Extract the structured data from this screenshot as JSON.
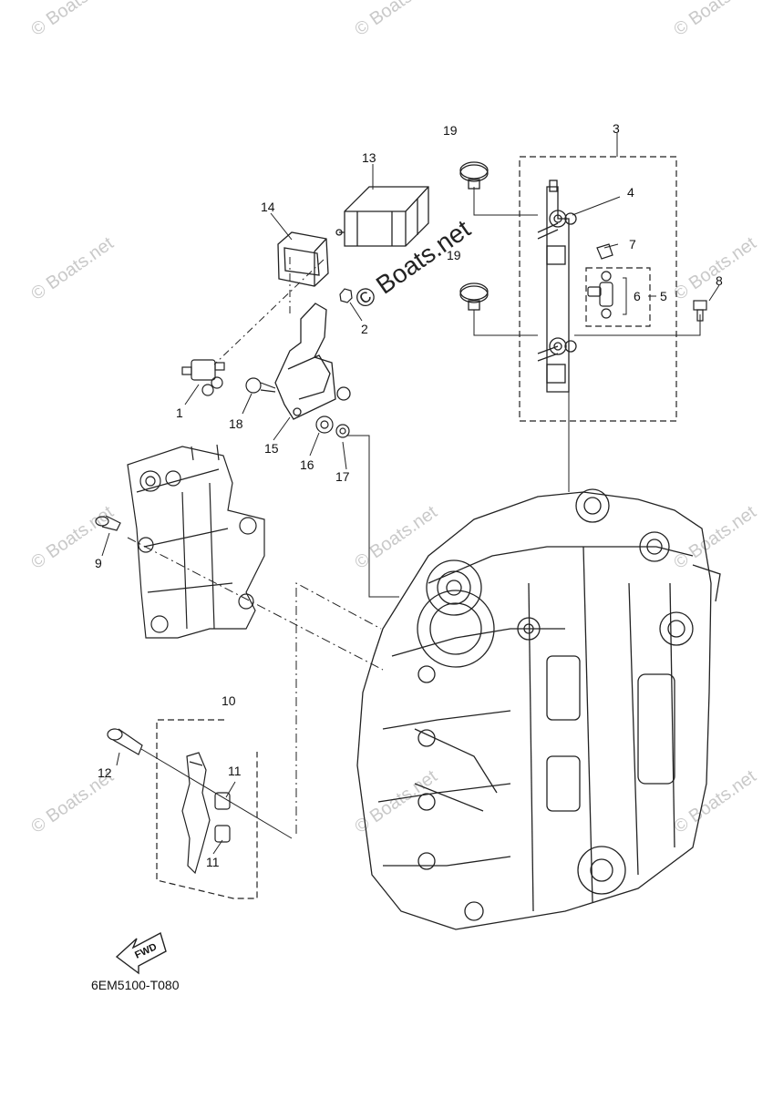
{
  "diagram": {
    "code": "6EM5100-T080",
    "fwd_label": "FWD",
    "watermark": "© Boats.net",
    "watermark_main": "© Boats.net",
    "parts": {
      "p1": "1",
      "p2": "2",
      "p3": "3",
      "p4": "4",
      "p5": "5",
      "p6": "6",
      "p7": "7",
      "p8": "8",
      "p9": "9",
      "p10": "10",
      "p11a": "11",
      "p11b": "11",
      "p12": "12",
      "p13": "13",
      "p14": "14",
      "p15": "15",
      "p16": "16",
      "p17": "17",
      "p18": "18",
      "p19a": "19",
      "p19b": "19"
    }
  }
}
